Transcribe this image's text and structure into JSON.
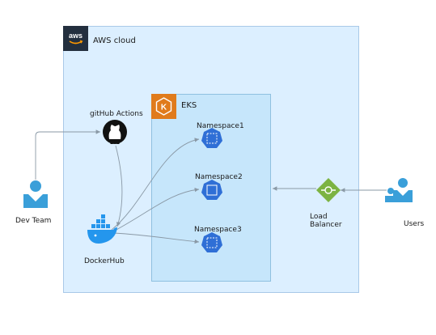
{
  "aws": {
    "logo_text": "aws",
    "title": "AWS cloud"
  },
  "eks": {
    "logo_text": "K",
    "title": "EKS"
  },
  "nodes": {
    "dev_team": "Dev Team",
    "github": "gitHub Actions",
    "dockerhub": "DockerHub",
    "load_balancer_line1": "Load",
    "load_balancer_line2": "Balancer",
    "users": "Users"
  },
  "namespaces": [
    "Namespace1",
    "Namespace2",
    "Namespace3"
  ],
  "colors": {
    "aws_cloud_fill": "#dcefff",
    "eks_fill": "#c6e6fb",
    "aws_dark": "#232f3e",
    "eks_orange": "#e07b1b",
    "k8s_blue": "#2f6fd6",
    "user_blue": "#3a9fd9",
    "lb_green": "#7cb342",
    "docker_blue": "#2496ed",
    "connector": "#8a99a6"
  }
}
